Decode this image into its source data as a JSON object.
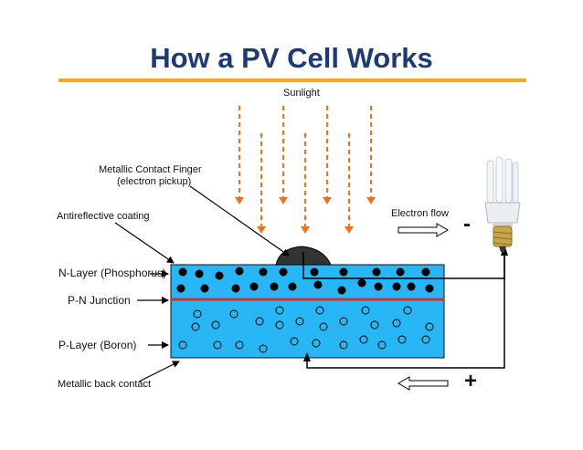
{
  "title": "How a PV Cell Works",
  "labels": {
    "sunlight": "Sunlight",
    "contact_finger_line1": "Metallic Contact Finger",
    "contact_finger_line2": "(electron pickup)",
    "antireflective": "Antireflective coating",
    "electron_flow": "Electron flow",
    "n_layer": "N-Layer (Phosphorus)",
    "pn_junction": "P-N Junction",
    "p_layer": "P-Layer (Boron)",
    "back_contact": "Metallic back contact",
    "minus": "-",
    "plus": "+"
  },
  "colors": {
    "title": "#1f3b73",
    "accent_rule": "#f5a623",
    "sun_arrows": "#e8742a",
    "cell_fill": "#29b6f6",
    "junction": "#d32f2f",
    "electron": "#000000",
    "hole": "#000000"
  },
  "icons": {
    "bulb": "cfl-bulb-icon"
  }
}
